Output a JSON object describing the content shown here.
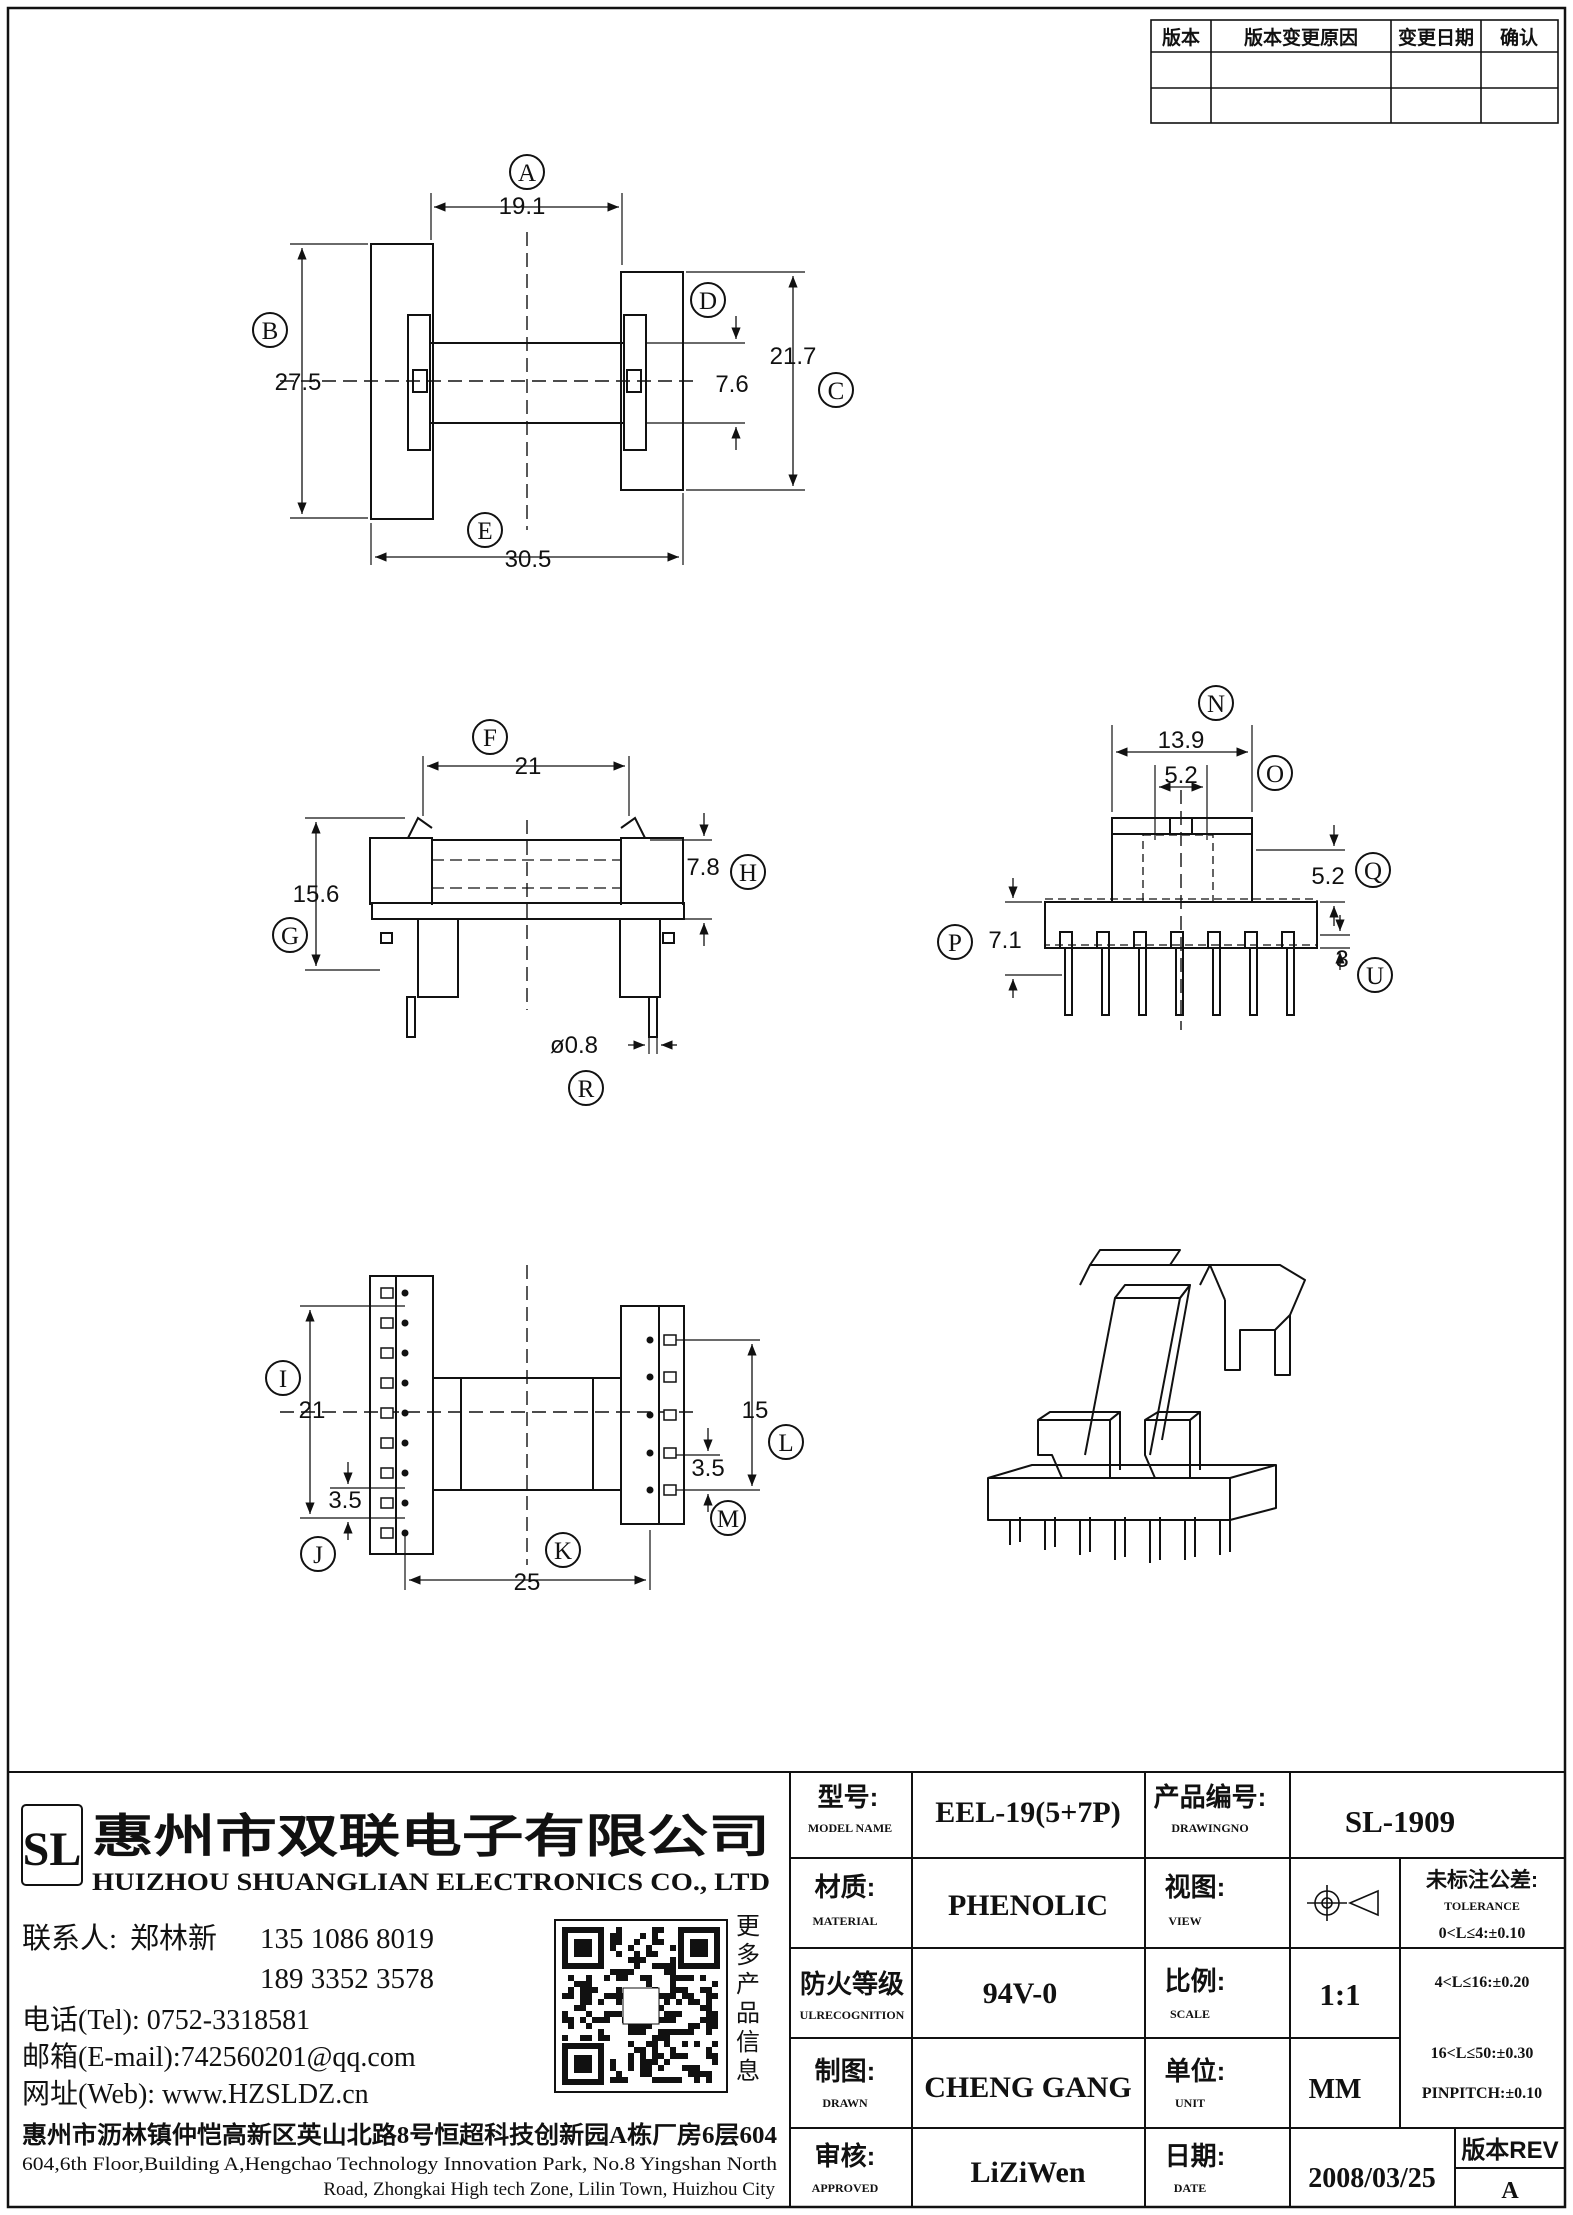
{
  "revision_table": {
    "headers": [
      "版本",
      "版本变更原因",
      "变更日期",
      "确认"
    ]
  },
  "dimensions": {
    "A": "19.1",
    "B": "27.5",
    "C": "21.7",
    "D": "7.6",
    "E": "30.5",
    "F": "21",
    "G": "15.6",
    "H": "7.8",
    "R": "ø0.8",
    "N": "13.9",
    "O": "5.2",
    "Q": "5.2",
    "P": "7.1",
    "U": "3",
    "I": "21",
    "J": "3.5",
    "K": "25",
    "L": "15",
    "M": "3.5"
  },
  "company": {
    "logo_letters": "SL",
    "name_cn": "惠州市双联电子有限公司",
    "name_en": "HUIZHOU SHUANGLIAN ELECTRONICS CO., LTD",
    "contact_label": "联系人:",
    "contact_name": "郑林新",
    "phone1": "135 1086 8019",
    "phone2": "189 3352 3578",
    "tel_line": "电话(Tel): 0752-3318581",
    "email_line": "邮箱(E-mail):742560201@qq.com",
    "web_line": "网址(Web): www.HZSLDZ.cn",
    "qr_caption": "更多产品信息",
    "address_cn": "惠州市沥林镇仲恺高新区英山北路8号恒超科技创新园A栋厂房6层604",
    "address_en_1": "604,6th Floor,Building A,Hengchao Technology Innovation Park, No.8 Yingshan North",
    "address_en_2": "Road, Zhongkai High tech Zone, Lilin Town, Huizhou City"
  },
  "title_block": {
    "model_label_cn": "型号:",
    "model_label_en": "MODEL NAME",
    "model": "EEL-19(5+7P)",
    "drawing_label_cn": "产品编号:",
    "drawing_label_en": "DRAWINGNO",
    "drawing_no": "SL-1909",
    "material_label_cn": "材质:",
    "material_label_en": "MATERIAL",
    "material": "PHENOLIC",
    "view_label_cn": "视图:",
    "view_label_en": "VIEW",
    "tolerance_label_cn": "未标注公差:",
    "tolerance_label_en": "TOLERANCE",
    "fire_label_cn": "防火等级",
    "fire_label_en": "ULRECOGNITION",
    "fire": "94V-0",
    "scale_label_cn": "比例:",
    "scale_label_en": "SCALE",
    "scale": "1:1",
    "tol1": "0<L≤4:±0.10",
    "tol2": "4<L≤16:±0.20",
    "tol3": "16<L≤50:±0.30",
    "tol4": "PINPITCH:±0.10",
    "drawn_label_cn": "制图:",
    "drawn_label_en": "DRAWN",
    "drawn": "CHENG GANG",
    "unit_label_cn": "单位:",
    "unit_label_en": "UNIT",
    "unit": "MM",
    "approved_label_cn": "审核:",
    "approved_label_en": "APPROVED",
    "approved": "LiZiWen",
    "date_label_cn": "日期:",
    "date_label_en": "DATE",
    "date": "2008/03/25",
    "rev_label": "版本REV",
    "rev": "A"
  }
}
